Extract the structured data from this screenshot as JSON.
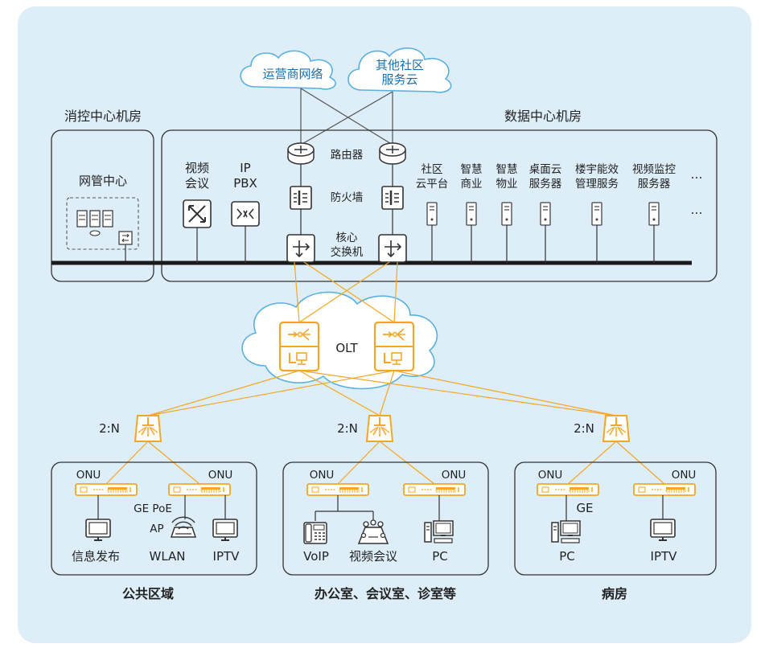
{
  "clouds": {
    "carrier": "运营商网络",
    "community": [
      "其他社区",
      "服务云"
    ]
  },
  "rooms": {
    "fire_control": "消控中心机房",
    "data_center": "数据中心机房"
  },
  "nms": "网管中心",
  "core": {
    "router": "路由器",
    "firewall": "防火墙",
    "switch": [
      "核心",
      "交换机"
    ]
  },
  "left_systems": [
    {
      "lines": [
        "视频",
        "会议"
      ]
    },
    {
      "lines": [
        "IP",
        "PBX"
      ]
    }
  ],
  "servers": [
    {
      "lines": [
        "社区",
        "云平台"
      ]
    },
    {
      "lines": [
        "智慧",
        "商业"
      ]
    },
    {
      "lines": [
        "智慧",
        "物业"
      ]
    },
    {
      "lines": [
        "桌面云",
        "服务器"
      ]
    },
    {
      "lines": [
        "楼宇能效",
        "管理服务"
      ]
    },
    {
      "lines": [
        "视频监控",
        "服务器"
      ]
    }
  ],
  "ellipsis": "…",
  "olt": "OLT",
  "splitter_ratio": "2:N",
  "onu": "ONU",
  "zones": [
    {
      "name": "公共区域",
      "devices": [
        "信息发布",
        "WLAN",
        "IPTV"
      ],
      "notes": [
        "GE PoE",
        "AP"
      ]
    },
    {
      "name": "办公室、会议室、诊室等",
      "devices": [
        "VoIP",
        "视频会议",
        "PC"
      ],
      "notes": []
    },
    {
      "name": "病房",
      "devices": [
        "PC",
        "IPTV"
      ],
      "notes": [
        "GE"
      ]
    }
  ],
  "colors": {
    "background": "#ddeef8",
    "accent": "#f5a623",
    "line_dark": "#333333"
  }
}
